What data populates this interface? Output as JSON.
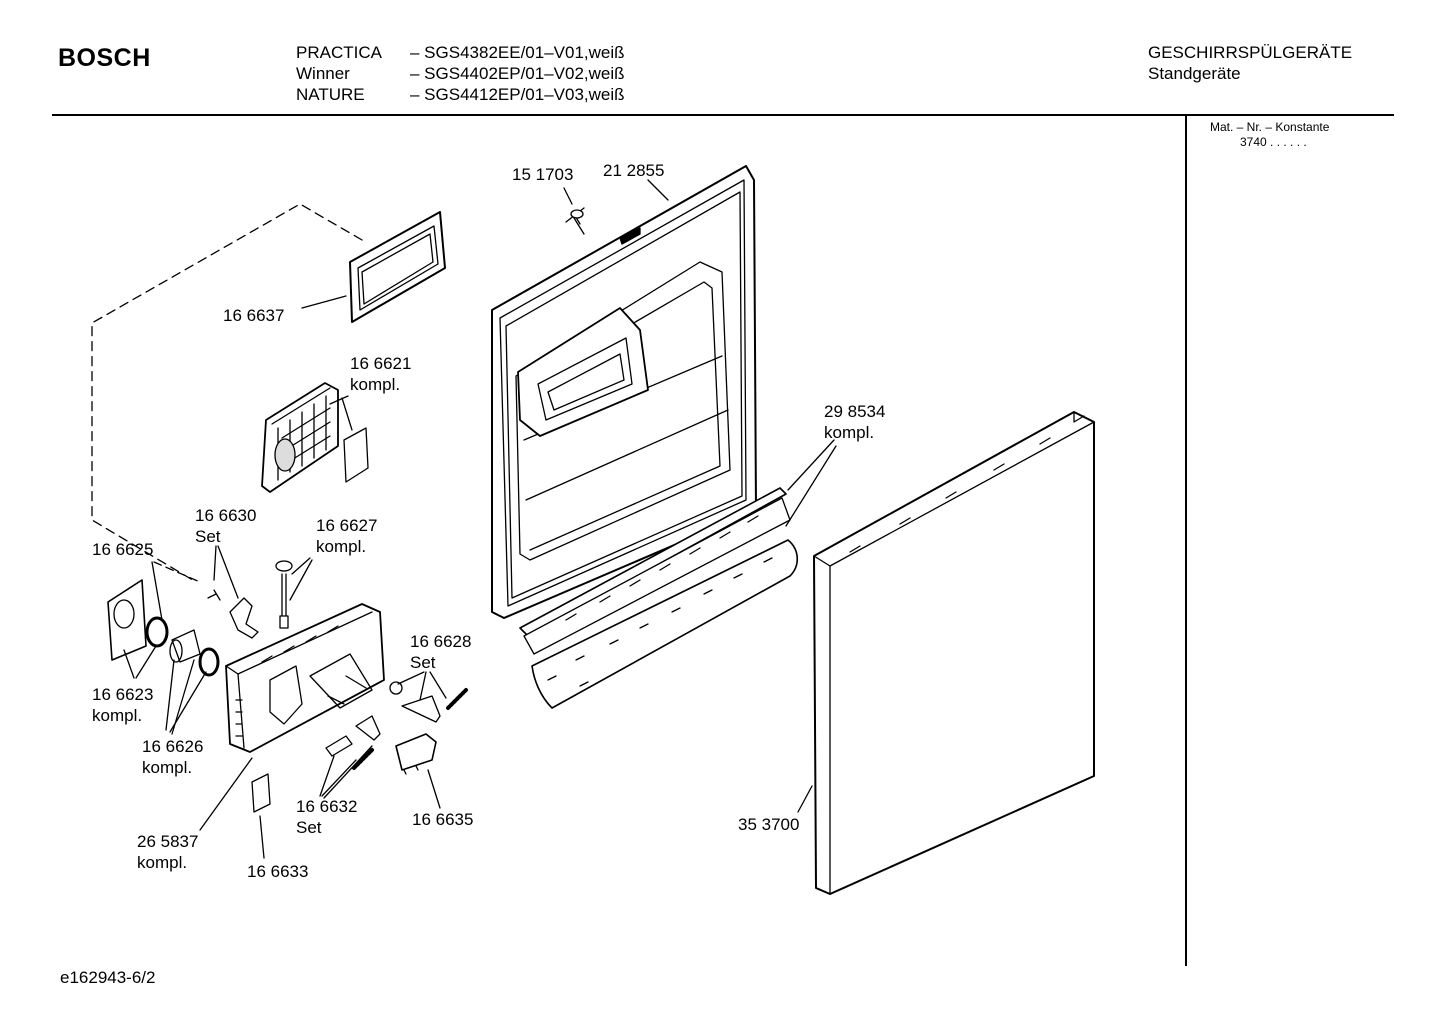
{
  "header": {
    "brand": "BOSCH",
    "models": [
      {
        "name": "PRACTICA",
        "code": "– SGS4382EE/01–V01,weiß"
      },
      {
        "name": "Winner",
        "code": "– SGS4402EP/01–V02,weiß"
      },
      {
        "name": "NATURE",
        "code": "– SGS4412EP/01–V03,weiß"
      }
    ],
    "category": "GESCHIRRSPÜLGERÄTE",
    "subcategory": "Standgeräte"
  },
  "sidebar": {
    "mat_label": "Mat. – Nr. – Konstante",
    "mat_value": "3740  .   .   .   .   .   ."
  },
  "parts": [
    {
      "number": "15 1703",
      "note": ""
    },
    {
      "number": "21 2855",
      "note": ""
    },
    {
      "number": "16 6637",
      "note": ""
    },
    {
      "number": "16 6621",
      "note": "kompl."
    },
    {
      "number": "29 8534",
      "note": "kompl."
    },
    {
      "number": "16 6630",
      "note": "Set"
    },
    {
      "number": "16 6627",
      "note": "kompl."
    },
    {
      "number": "16 6625",
      "note": ""
    },
    {
      "number": "16 6628",
      "note": "Set"
    },
    {
      "number": "16 6623",
      "note": "kompl."
    },
    {
      "number": "16 6626",
      "note": "kompl."
    },
    {
      "number": "16 6632",
      "note": "Set"
    },
    {
      "number": "16 6635",
      "note": ""
    },
    {
      "number": "35 3700",
      "note": ""
    },
    {
      "number": "26 5837",
      "note": "kompl."
    },
    {
      "number": "16 6633",
      "note": ""
    }
  ],
  "footer": {
    "drawing_id": "e162943-6/2"
  }
}
